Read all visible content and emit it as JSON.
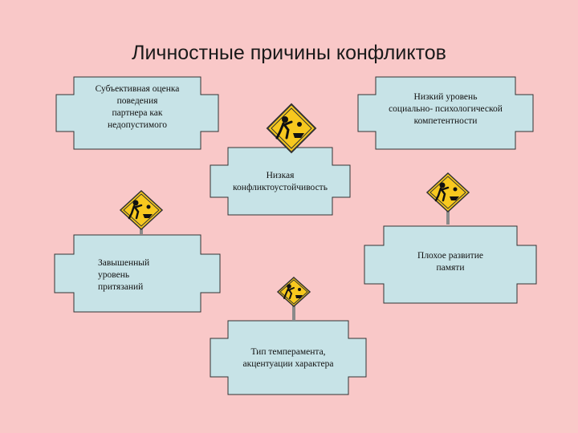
{
  "title": "Личностные причины конфликтов",
  "colors": {
    "background": "#f9c8c8",
    "box_fill": "#c7e3e7",
    "sign_yellow": "#f7c81e",
    "pole": "#8a8a8a"
  },
  "boxes": [
    {
      "id": "subjective",
      "text": "Субъективная оценка\nповедения\nпартнера как\nнедопустимого"
    },
    {
      "id": "low-social",
      "text": "Низкий уровень\nсоциально- психологической\nкомпетентности"
    },
    {
      "id": "low-resistance",
      "text": "Низкая\nконфликтоустойчивость"
    },
    {
      "id": "high-claims",
      "text": "Завышенный\nуровень\nпритязаний"
    },
    {
      "id": "poor-memory",
      "text": "Плохое развитие\nпамяти"
    },
    {
      "id": "temperament",
      "text": "Тип темперамента,\nакцентуации характера"
    }
  ],
  "signs": [
    {
      "icon": "roadwork-sign-icon",
      "pole": false
    },
    {
      "icon": "roadwork-sign-icon",
      "pole": true
    },
    {
      "icon": "roadwork-sign-icon",
      "pole": true
    },
    {
      "icon": "roadwork-sign-icon",
      "pole": true
    }
  ]
}
